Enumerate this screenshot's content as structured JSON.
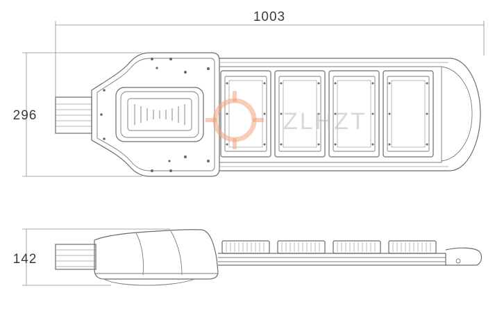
{
  "dimensions": {
    "length": "1003",
    "width": "296",
    "height": "142"
  },
  "watermark": {
    "text": "ZLHZT",
    "ring_color": "#f2a27a"
  },
  "colors": {
    "line": "#6b6b6b",
    "text": "#3a3a3a"
  }
}
